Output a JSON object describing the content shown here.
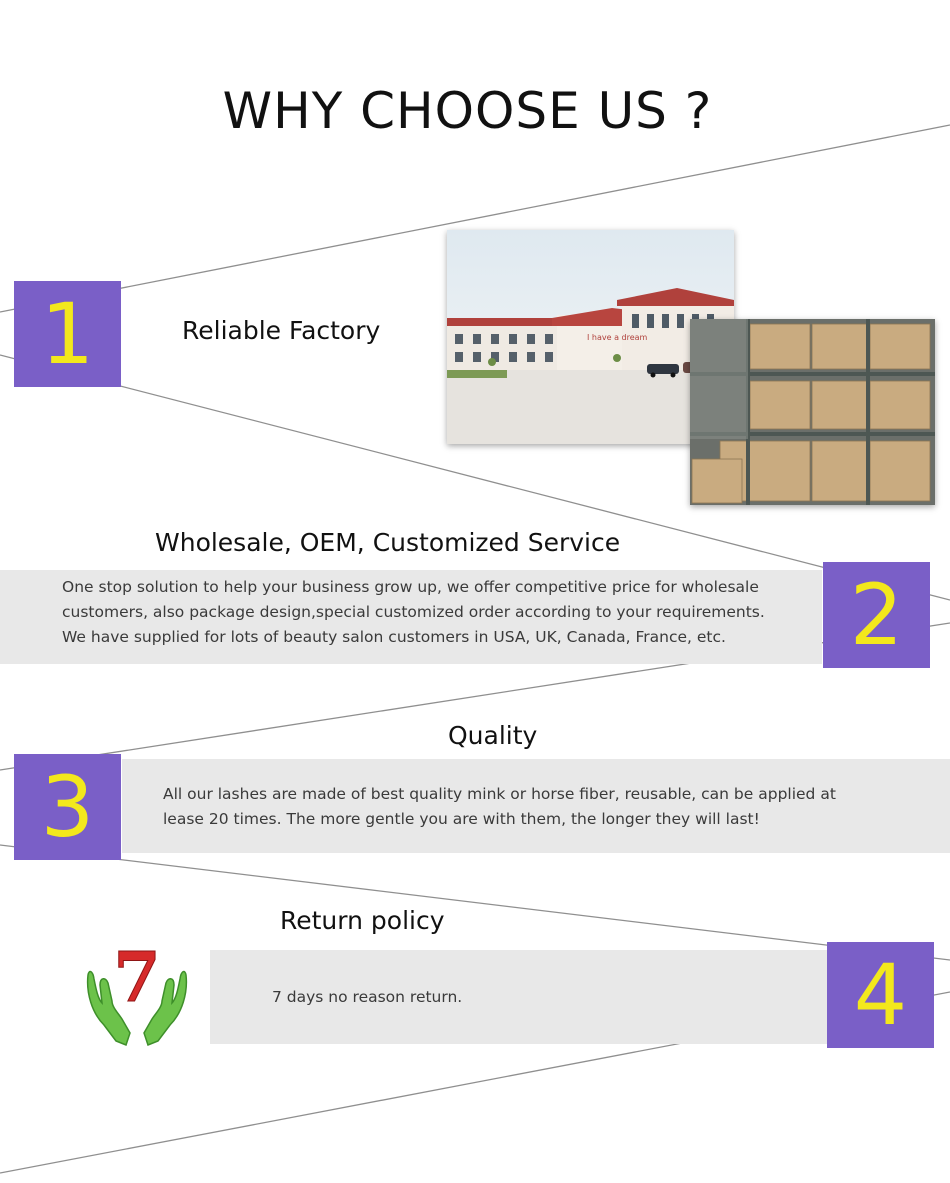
{
  "page_title": "WHY CHOOSE US ?",
  "sections": [
    {
      "number": "1",
      "heading": "Reliable Factory"
    },
    {
      "number": "2",
      "heading": "Wholesale, OEM, Customized Service",
      "lines": [
        "One stop solution to help your business grow up, we offer competitive price for wholesale",
        "customers, also package design,special customized order according to your requirements.",
        "We have supplied for lots of beauty salon customers in USA, UK, Canada, France, etc."
      ]
    },
    {
      "number": "3",
      "heading": "Quality",
      "lines": [
        "All our lashes are made of best quality mink or horse fiber, reusable, can be applied at",
        "lease 20 times. The more gentle you are with them, the longer they will last!"
      ]
    },
    {
      "number": "4",
      "heading": "Return policy",
      "lines": [
        "7 days no reason return."
      ]
    }
  ],
  "factory_sign": "I have a dream",
  "badge_digit": "7",
  "colors": {
    "box": "#7a5fc7",
    "digit": "#f3e81c",
    "band": "#e8e8e8",
    "line": "#8a8a8a"
  }
}
